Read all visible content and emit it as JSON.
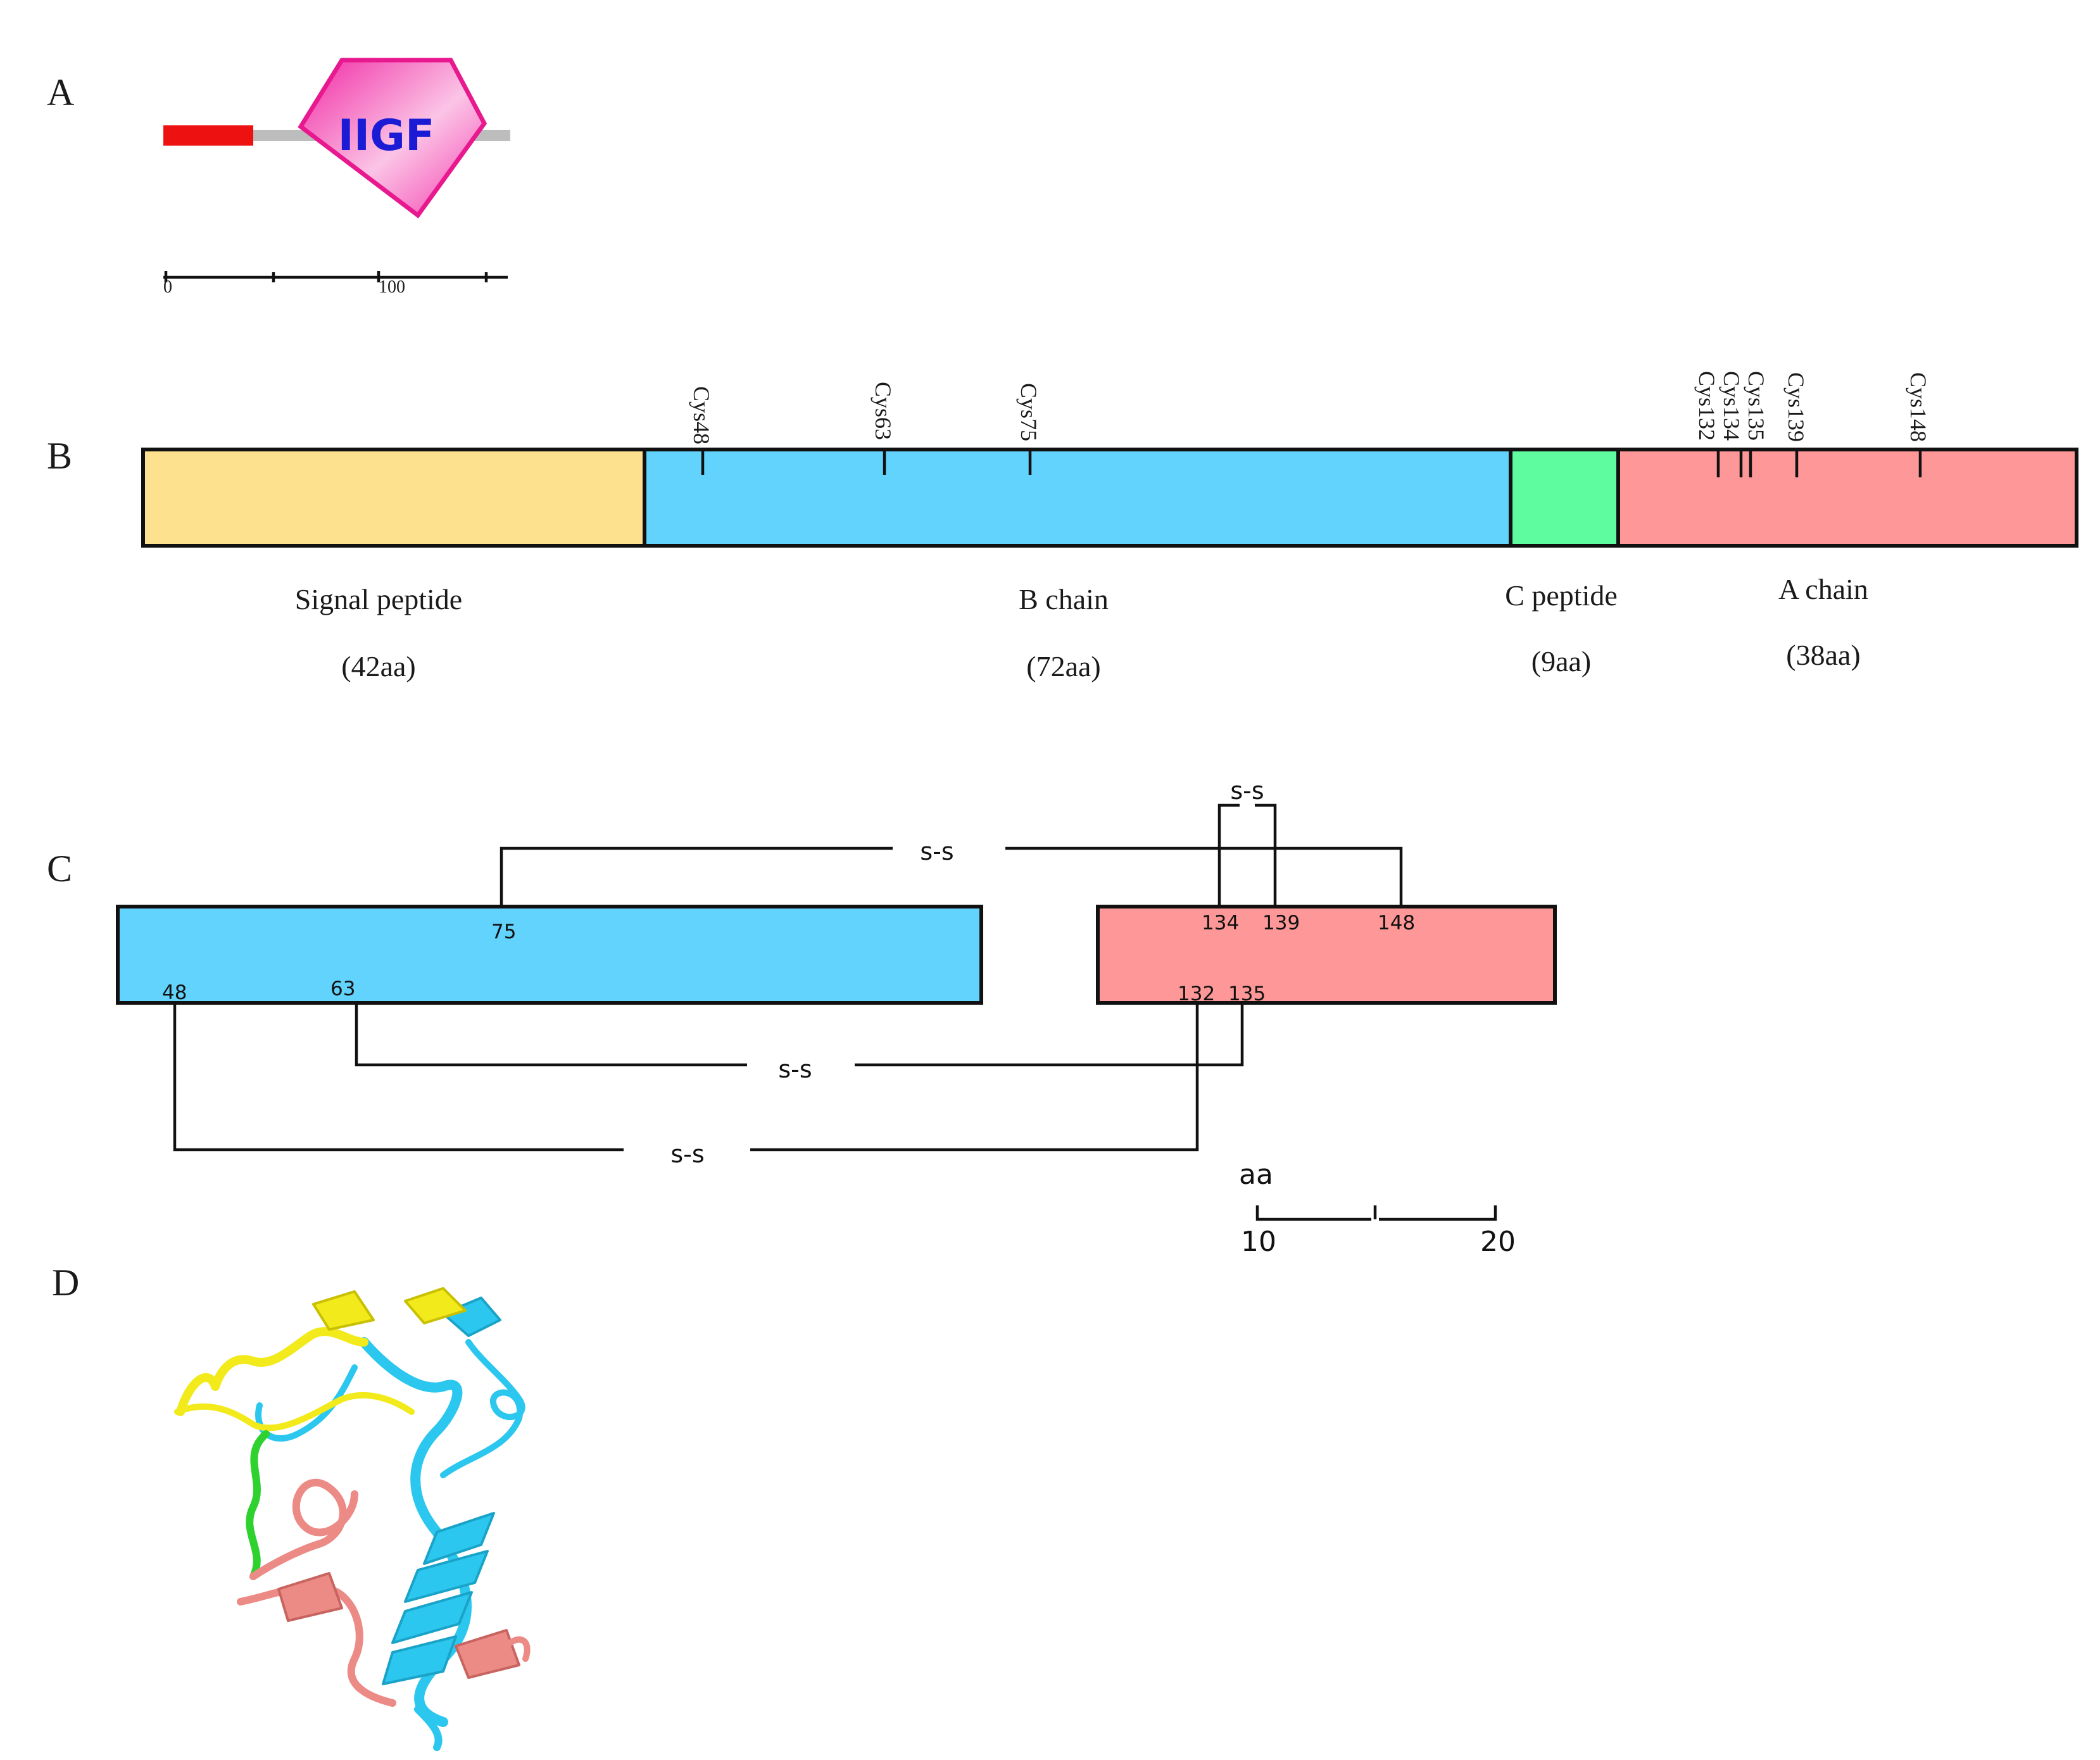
{
  "colors": {
    "signal_peptide": "#fde18f",
    "b_chain": "#62d3fc",
    "c_peptide": "#5ffc9f",
    "a_chain": "#fe9797",
    "signal_bar": "#ee1111",
    "domain_fill": "#f33eb0",
    "domain_text": "#1b1bd6"
  },
  "panels": {
    "a": {
      "letter": "A",
      "domain_label": "IIGF",
      "scale_ticks": [
        "0",
        "100"
      ]
    },
    "b": {
      "letter": "B",
      "segments": [
        {
          "name": "Signal peptide",
          "length": "(42aa)",
          "aa": 42
        },
        {
          "name": "B chain",
          "length": "(72aa)",
          "aa": 72
        },
        {
          "name": "C peptide",
          "length": "(9aa)",
          "aa": 9
        },
        {
          "name": "A chain",
          "length": "(38aa)",
          "aa": 38
        }
      ],
      "cysteines": [
        "Cys48",
        "Cys63",
        "Cys75",
        "Cys132",
        "Cys134",
        "Cys135",
        "Cys139",
        "Cys148"
      ]
    },
    "c": {
      "letter": "C",
      "b_chain_residues": [
        "75",
        "48",
        "63"
      ],
      "a_chain_residues": [
        "134",
        "139",
        "148",
        "132",
        "135"
      ],
      "bond_label": "s-s",
      "scale": {
        "unit": "aa",
        "ticks": [
          "10",
          "20"
        ]
      }
    },
    "d": {
      "letter": "D",
      "structure_colors": [
        "#f2ea1a",
        "#2cc7ee",
        "#2fd12f",
        "#ec8a86"
      ]
    }
  }
}
